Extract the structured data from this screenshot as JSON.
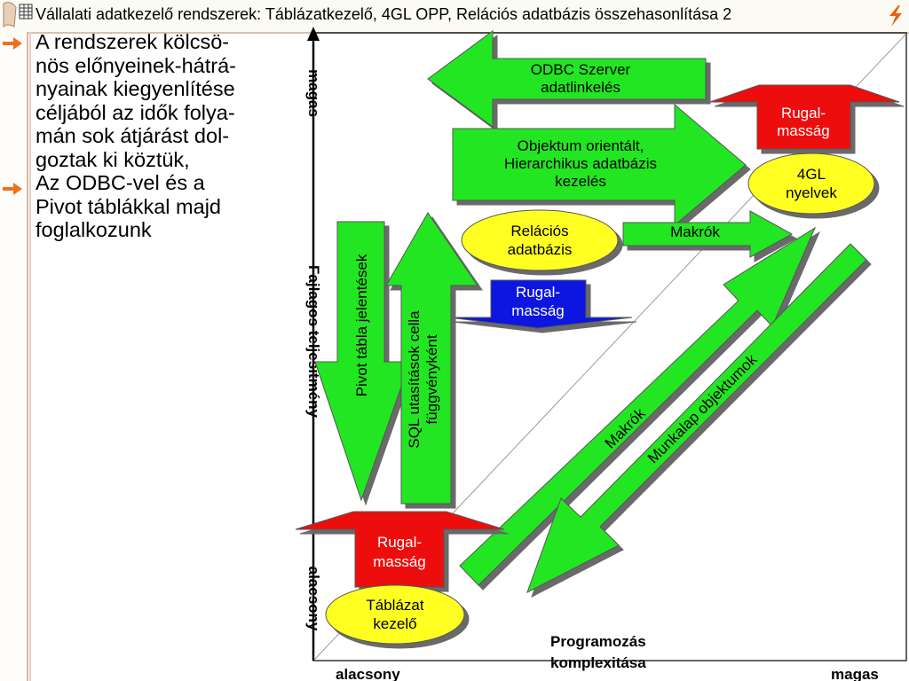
{
  "title": "Vállalati adatkezelő rendszerek: Táblázatkezelő, 4GL OPP, Relációs adatbázis összehasonlítása 2",
  "body": {
    "para1_lines": [
      "A rendszerek kölcsö-",
      "nös előnyeinek-hátrá-",
      "nyainak kiegyenlítése",
      "céljából az idők folya-",
      "mán sok átjárást dol-",
      "goztak ki köztük,"
    ],
    "para2_lines": [
      "Az ODBC-vel és a",
      "Pivot táblákkal majd",
      "foglalkozunk"
    ]
  },
  "axes": {
    "y_title": "Fajlagos teljesítmény",
    "y_high": "magas",
    "y_low": "alacsony",
    "x_title_lines": [
      "Programozás",
      "komplexitása"
    ],
    "x_low": "alacsony",
    "x_high": "magas"
  },
  "nodes": {
    "odbc_lines": [
      "ODBC Szerver",
      "adatlinkelés"
    ],
    "oo_lines": [
      "Objektum orientált,",
      "Hierarchikus adatbázis",
      "kezelés"
    ],
    "rugal_top_lines": [
      "Rugal-",
      "masság"
    ],
    "gl4_lines": [
      "4GL",
      "nyelvek"
    ],
    "relacios_lines": [
      "Relációs",
      "adatbázis"
    ],
    "makrok_top": "Makrók",
    "rugal_mid_lines": [
      "Rugal-",
      "masság"
    ],
    "pivot": "Pivot tábla jelentések",
    "sql_lines": [
      "SQL utasítások cella",
      "függvényként"
    ],
    "makrok_diag": "Makrók",
    "munkalap": "Munkalap objektumok",
    "rugal_bottom_lines": [
      "Rugal-",
      "masság"
    ],
    "tablazat_lines": [
      "Táblázat",
      "kezelő"
    ]
  },
  "colors": {
    "green": "#22e622",
    "red": "#ee1111",
    "blue": "#0a14e0",
    "yellow": "#ffff22"
  }
}
